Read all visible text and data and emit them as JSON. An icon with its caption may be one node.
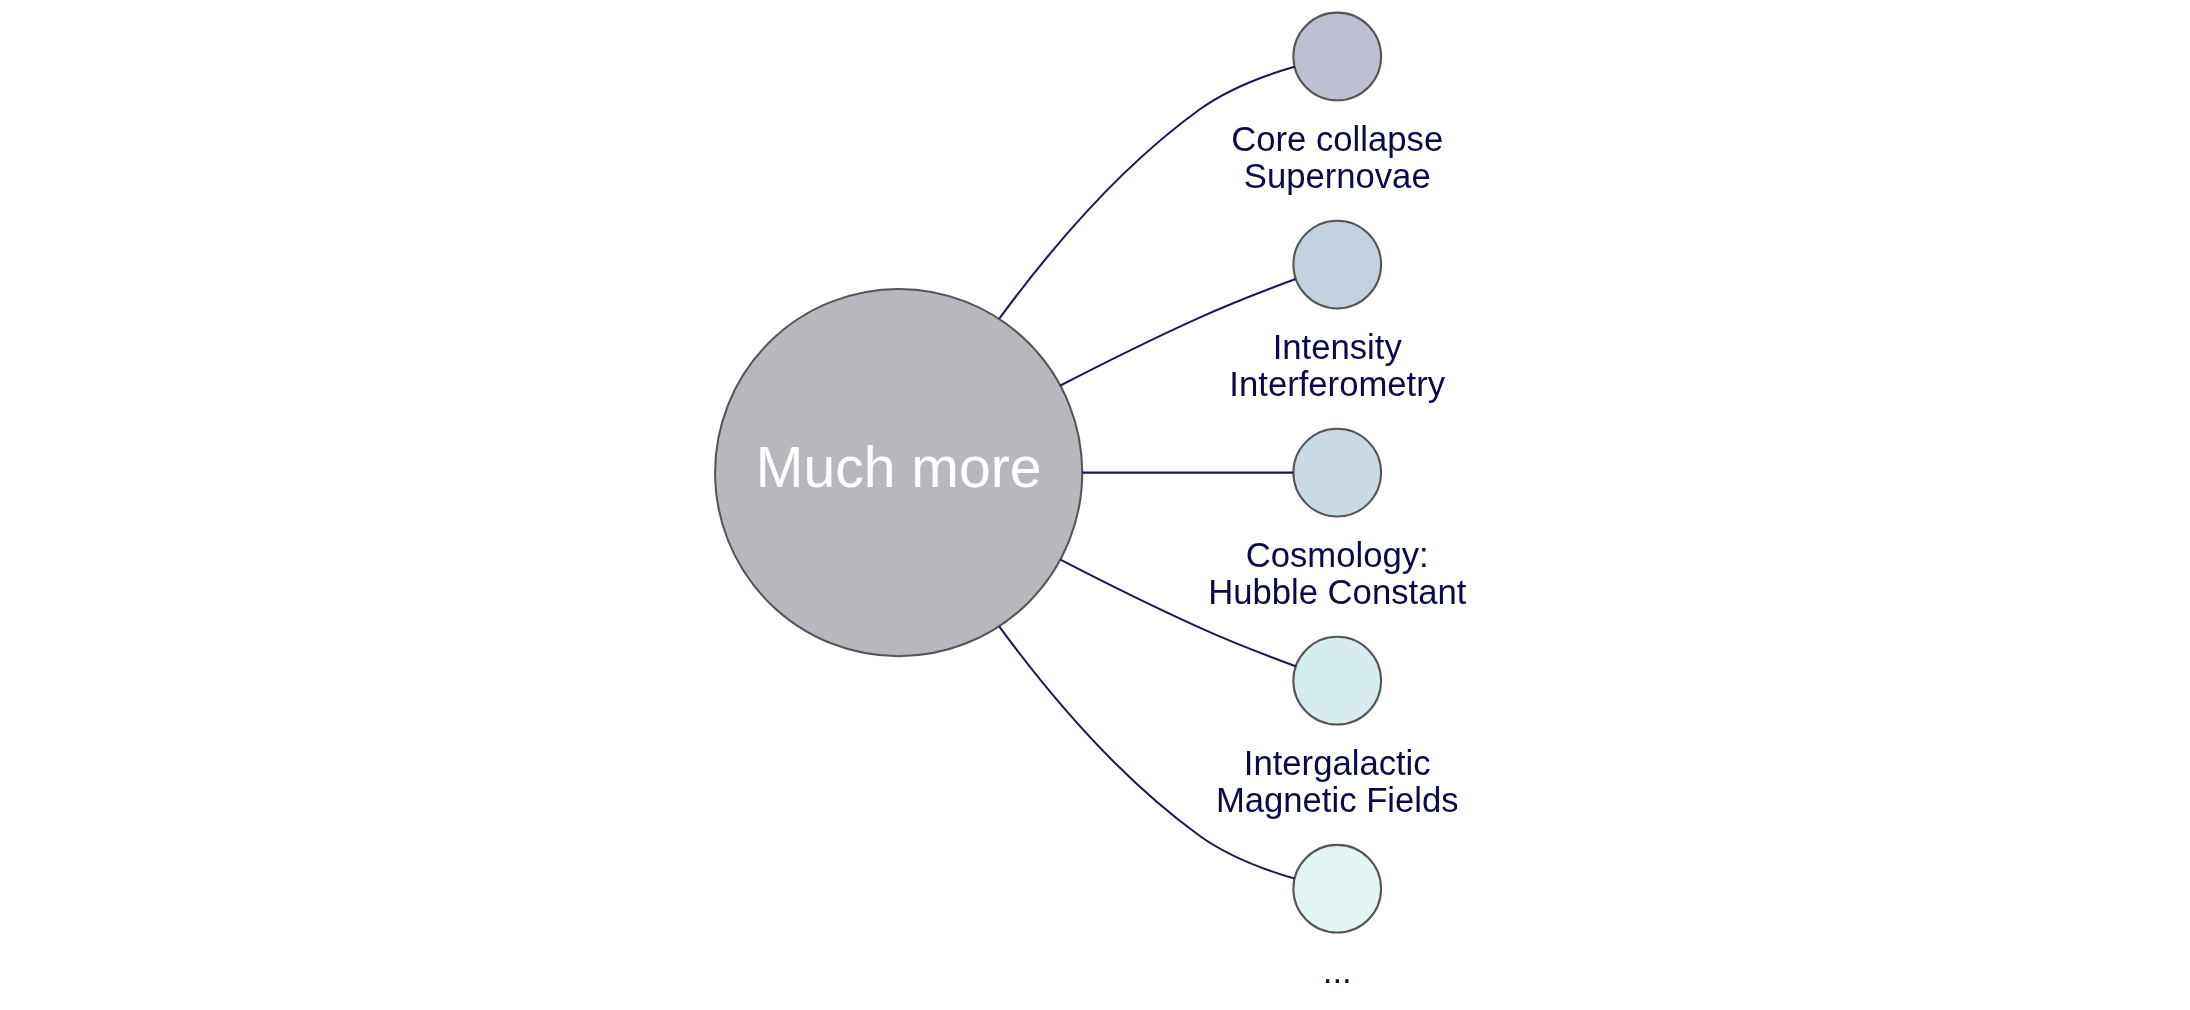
{
  "diagram": {
    "nodes": [
      {
        "text": [
          "Much more"
        ]
      },
      {
        "text": [],
        "shape": "circle",
        "beside": [
          "Core collapse Supernovae"
        ]
      },
      {
        "text": [],
        "shape": "circle",
        "beside": [
          "Intensity Interferometry"
        ]
      },
      {
        "text": [],
        "shape": "circle",
        "beside": [
          "Cosmology: Hubble Constant"
        ]
      },
      {
        "text": [],
        "shape": "circle",
        "beside": [
          "Intergalactic Magnetic Fields"
        ]
      },
      {
        "text": [],
        "shape": "circle",
        "beside": [
          "..."
        ]
      }
    ],
    "edges": [
      {
        "from": 0,
        "to": 1,
        "arrow": "none"
      },
      {
        "from": 0,
        "to": 2,
        "arrow": "none"
      },
      {
        "from": 0,
        "to": 3,
        "arrow": "none"
      },
      {
        "from": 0,
        "to": 4,
        "arrow": "none"
      },
      {
        "from": 0,
        "to": 5,
        "arrow": "none"
      }
    ]
  }
}
